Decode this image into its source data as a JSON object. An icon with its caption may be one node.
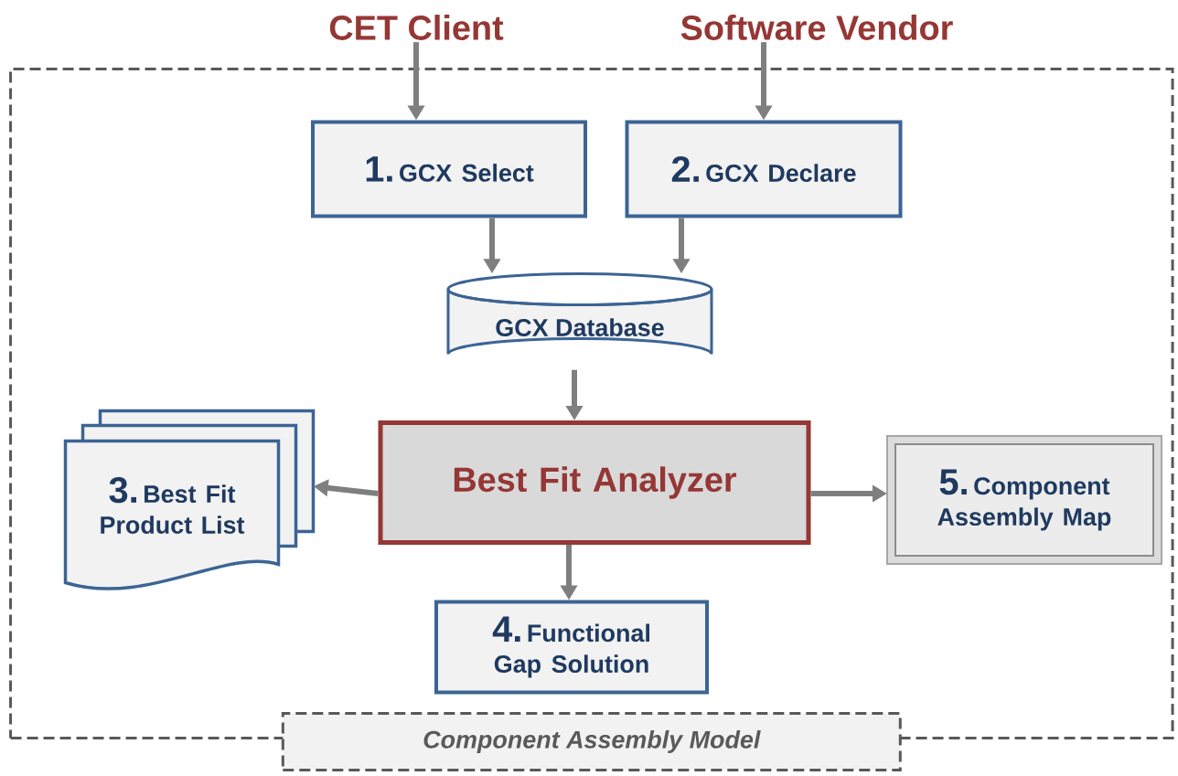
{
  "diagram": {
    "nodes": [
      {
        "text": [
          "Component Assembly Model"
        ]
      },
      {
        "text": [
          "CET Client"
        ]
      },
      {
        "text": [
          "Software Vendor"
        ]
      },
      {
        "text": [
          "1.",
          "GCX Select"
        ],
        "in": 0
      },
      {
        "text": [
          "2.",
          "GCX Declare"
        ],
        "in": 0
      },
      {
        "text": [
          "GCX Database"
        ],
        "in": 0
      },
      {
        "text": [
          "Best Fit Analyzer"
        ],
        "in": 0
      },
      {
        "text": [
          "3.",
          "Best Fit Product List"
        ],
        "in": 0
      },
      {
        "text": [
          "4.",
          "Functional Gap Solution"
        ],
        "in": 0
      },
      {
        "text": [
          "5.",
          "Component Assembly Map"
        ],
        "in": 0
      }
    ],
    "edges": [
      {
        "from": 1,
        "to": 3,
        "arrow": "to"
      },
      {
        "from": 2,
        "to": 4,
        "arrow": "to"
      },
      {
        "from": 3,
        "to": 5,
        "arrow": "to"
      },
      {
        "from": 4,
        "to": 5,
        "arrow": "to"
      },
      {
        "from": 5,
        "to": 6,
        "arrow": "to"
      },
      {
        "from": 6,
        "to": 7,
        "arrow": "to"
      },
      {
        "from": 6,
        "to": 8,
        "arrow": "to"
      },
      {
        "from": 6,
        "to": 9,
        "arrow": "to"
      }
    ]
  }
}
